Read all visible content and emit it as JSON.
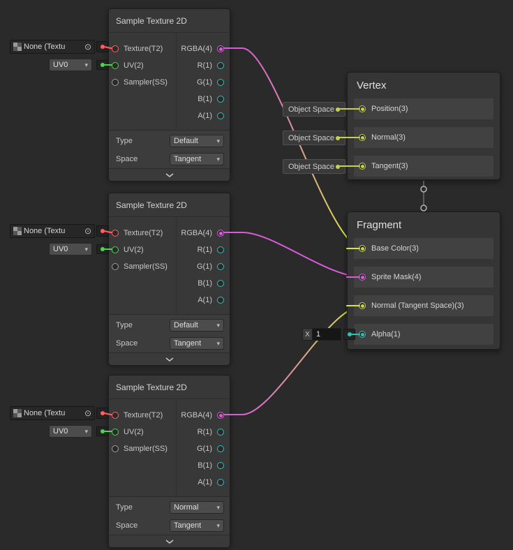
{
  "colors": {
    "background": "#2A2A2A",
    "texture2d": "#FF6161",
    "vector2": "#4FD44F",
    "vector3": "#C3D34A",
    "vector4": "#DA5BDA",
    "float": "#35BEB2",
    "sampler": "#9E9E9E",
    "wire_yellow": "#D9E04A"
  },
  "icons": {
    "dropdown_arrow": "▾",
    "object_picker": "⊙"
  },
  "texture_nodes": [
    {
      "title": "Sample Texture 2D",
      "object_field": {
        "value": "None (Textu"
      },
      "uv_value": "UV0",
      "inputs": [
        "Texture(T2)",
        "UV(2)",
        "Sampler(SS)"
      ],
      "outputs": [
        "RGBA(4)",
        "R(1)",
        "G(1)",
        "B(1)",
        "A(1)"
      ],
      "type_label": "Type",
      "type_value": "Default",
      "space_label": "Space",
      "space_value": "Tangent"
    },
    {
      "title": "Sample Texture 2D",
      "object_field": {
        "value": "None (Textu"
      },
      "uv_value": "UV0",
      "inputs": [
        "Texture(T2)",
        "UV(2)",
        "Sampler(SS)"
      ],
      "outputs": [
        "RGBA(4)",
        "R(1)",
        "G(1)",
        "B(1)",
        "A(1)"
      ],
      "type_label": "Type",
      "type_value": "Default",
      "space_label": "Space",
      "space_value": "Tangent"
    },
    {
      "title": "Sample Texture 2D",
      "object_field": {
        "value": "None (Textu"
      },
      "uv_value": "UV0",
      "inputs": [
        "Texture(T2)",
        "UV(2)",
        "Sampler(SS)"
      ],
      "outputs": [
        "RGBA(4)",
        "R(1)",
        "G(1)",
        "B(1)",
        "A(1)"
      ],
      "type_label": "Type",
      "type_value": "Normal",
      "space_label": "Space",
      "space_value": "Tangent"
    }
  ],
  "vertex": {
    "title": "Vertex",
    "rows": [
      {
        "space": "Object Space",
        "label": "Position(3)"
      },
      {
        "space": "Object Space",
        "label": "Normal(3)"
      },
      {
        "space": "Object Space",
        "label": "Tangent(3)"
      }
    ]
  },
  "fragment": {
    "title": "Fragment",
    "rows": [
      {
        "label": "Base Color(3)"
      },
      {
        "label": "Sprite Mask(4)"
      },
      {
        "label": "Normal (Tangent Space)(3)"
      },
      {
        "label": "Alpha(1)"
      }
    ],
    "alpha_input": {
      "label": "X",
      "value": "1"
    }
  }
}
